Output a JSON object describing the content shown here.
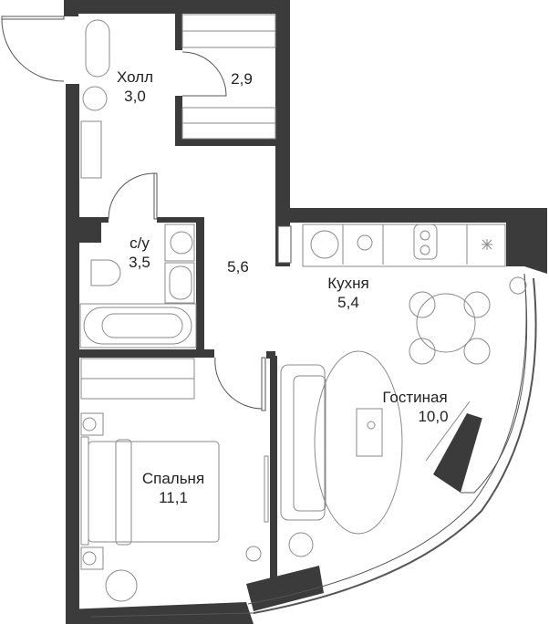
{
  "rooms": [
    {
      "id": "hall",
      "name": "Холл",
      "area": "3,0"
    },
    {
      "id": "wardrobe",
      "name": "",
      "area": "2,9"
    },
    {
      "id": "bathroom",
      "name": "с/у",
      "area": "3,5"
    },
    {
      "id": "corridor",
      "name": "",
      "area": "5,6"
    },
    {
      "id": "kitchen",
      "name": "Кухня",
      "area": "5,4"
    },
    {
      "id": "living",
      "name": "Гостиная",
      "area": "10,0"
    },
    {
      "id": "bedroom",
      "name": "Спальня",
      "area": "11,1"
    }
  ],
  "colors": {
    "wall": "#3b3b3b",
    "furniture": "#8a8a8a",
    "background": "#ffffff"
  }
}
